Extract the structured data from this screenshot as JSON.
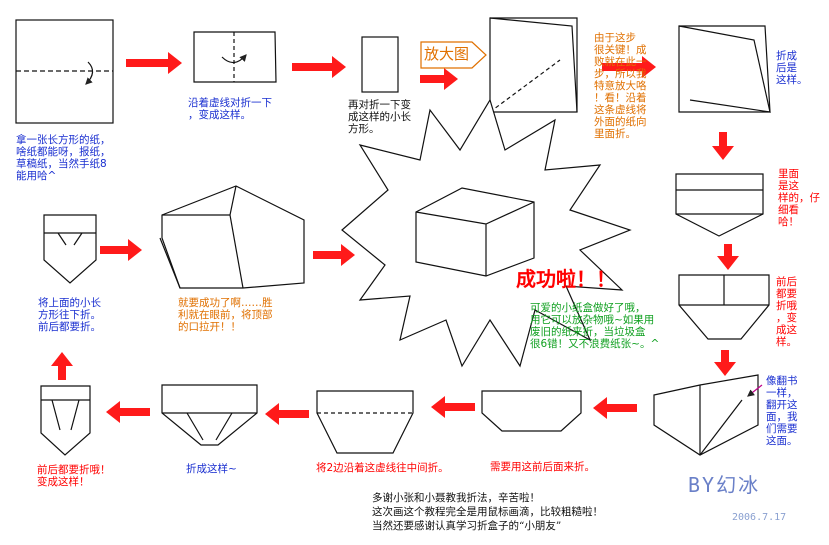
{
  "colors": {
    "arrow": "#ff1a1a",
    "caption_blue": "#1a2fd0",
    "caption_orange": "#e07000",
    "caption_red": "#ff0000",
    "caption_green": "#10a020"
  },
  "zoom_label": "放大图",
  "captions": {
    "step1": "拿一张长方形的纸，\n啥纸都能呀，报纸，\n草稿纸，当然手纸8\n能用哈^",
    "step2": "沿着虚线对折一下\n，变成这样。",
    "step3": "再对折一下变\n成这样的小长\n方形。",
    "zoom_note": "由于这步\n很关键！成\n败就在此一\n步，所以我\n特意放大咯\n！看！沿着\n这条虚线将\n外面的纸向\n里面折。",
    "step5": "折成\n后是\n这样。",
    "step6": "里面\n是这\n样的，仔\n细看\n哈！",
    "step7": "前后\n都要\n折哦\n，变\n成这\n样。",
    "step8": "像翻书\n一样，\n翻开这\n面，我\n们需要\n这面。",
    "step9": "需要用这前后面来折。",
    "step10": "将2边沿着这虚线往中间折。",
    "step11": "折成这样~",
    "step12": "前后都要折哦！\n变成这样！",
    "step13": "将上面的小长\n方形往下折。\n前后都要折。",
    "step15": "就要成功了啊……胜\n利就在眼前，将顶部\n的口拉开！！",
    "success": "成功啦！！",
    "result": "可爱的小纸盒做好了哦，\n用它可以放杂物哦~如果用\n废旧的纸来折，当垃圾盒\n很6错！又不浪费纸张~。^"
  },
  "signature": "BY幻冰",
  "date": "2006.7.17",
  "thanks": [
    "多谢小张和小聂教我折法，辛苦啦！",
    "这次画这个教程完全是用鼠标画滴，比较粗糙啦！",
    "当然还要感谢认真学习折盒子的“小朋友”"
  ]
}
